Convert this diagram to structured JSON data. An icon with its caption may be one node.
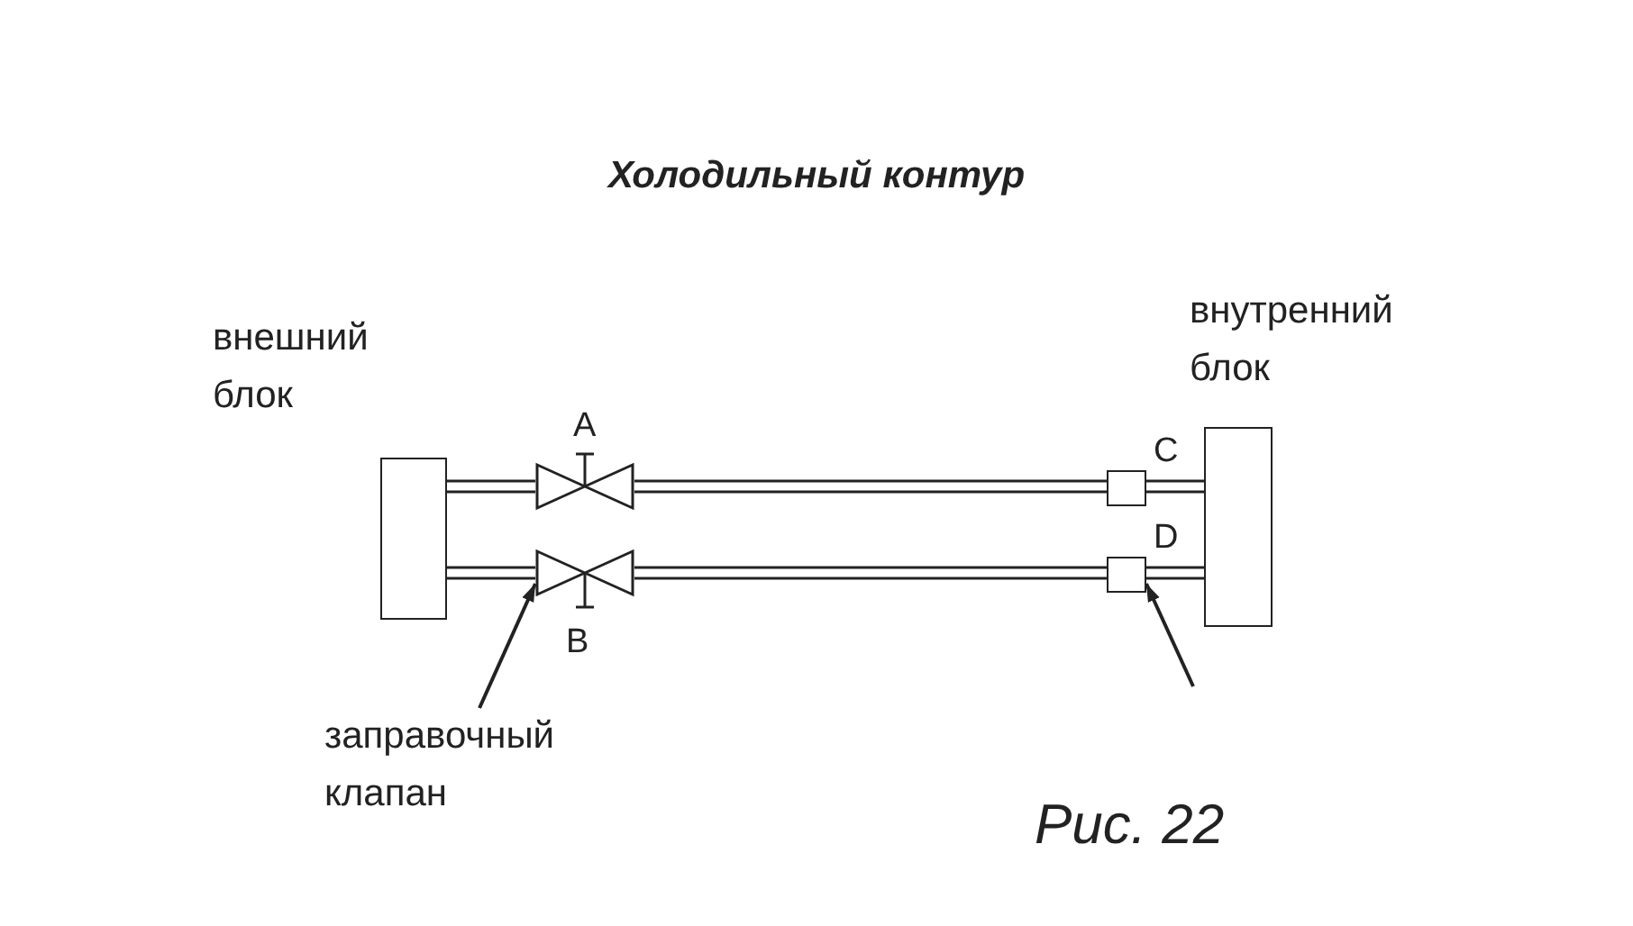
{
  "diagram": {
    "title": "Холодильный контур",
    "nodes": [
      {
        "text": [
          "внешний блок"
        ]
      },
      {
        "text": [
          "внутренний блок"
        ]
      },
      {
        "text": [],
        "shape": "valve",
        "beside": [
          "A"
        ]
      },
      {
        "text": [],
        "shape": "valve",
        "beside": [
          "B"
        ]
      },
      {
        "text": [],
        "shape": "box",
        "beside": [
          "C"
        ]
      },
      {
        "text": [],
        "shape": "box",
        "beside": [
          "D"
        ]
      },
      {
        "text": [
          "заправочный клапан"
        ]
      }
    ],
    "edges": [
      {
        "from": 0,
        "to": 2,
        "arrow": "none"
      },
      {
        "from": 2,
        "to": 4,
        "arrow": "none"
      },
      {
        "from": 4,
        "to": 1,
        "arrow": "none"
      },
      {
        "from": 0,
        "to": 3,
        "arrow": "none"
      },
      {
        "from": 3,
        "to": 5,
        "arrow": "none"
      },
      {
        "from": 5,
        "to": 1,
        "arrow": "none"
      },
      {
        "from": 6,
        "to": 3,
        "arrow": "to"
      },
      {
        "from": null,
        "to": 5,
        "arrow": "to"
      }
    ],
    "labels": [
      "Рис. 22"
    ]
  }
}
